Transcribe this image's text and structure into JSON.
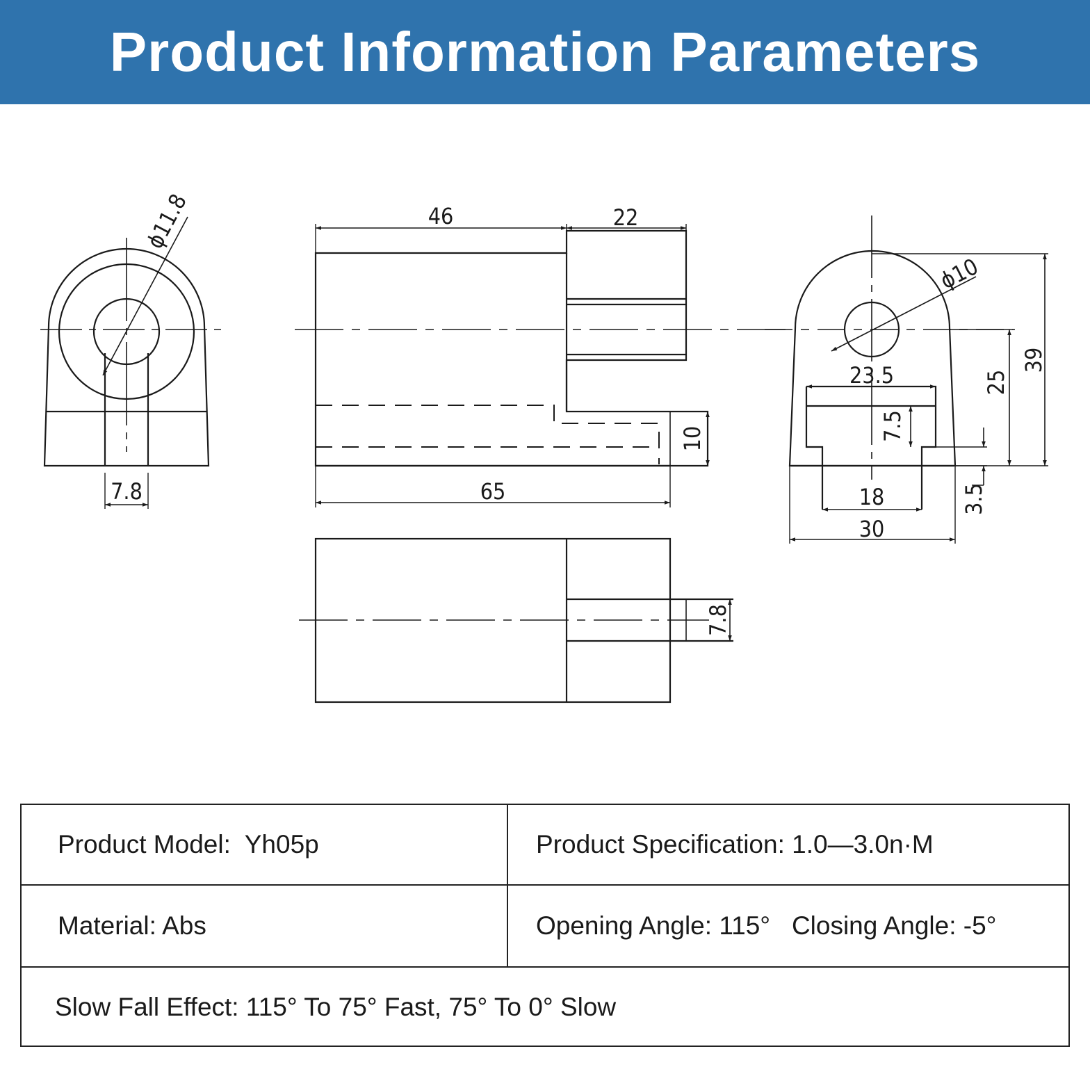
{
  "header": {
    "title": "Product Information Parameters"
  },
  "drawing": {
    "dimensions": {
      "side_hole_dia": "ϕ11.8",
      "side_slot_width": "7.8",
      "front_left_length": "46",
      "front_right_length": "22",
      "front_total_length": "65",
      "front_step_height": "10",
      "end_hole_dia": "ϕ10",
      "end_slot_top_width": "23.5",
      "end_slot_depth": "7.5",
      "end_slot_bottom_width": "18",
      "end_base_width": "30",
      "end_base_step": "3.5",
      "end_axis_height": "25",
      "end_total_height": "39",
      "top_slot_width": "7.8"
    }
  },
  "specs": {
    "model": "Product Model:  Yh05p",
    "specification": "Product Specification: 1.0—3.0n·M",
    "material": "Material: Abs",
    "angles": "Opening Angle: 115°   Closing Angle: -5°",
    "slow_fall": "Slow Fall Effect: 115° To 75° Fast, 75° To 0° Slow"
  }
}
